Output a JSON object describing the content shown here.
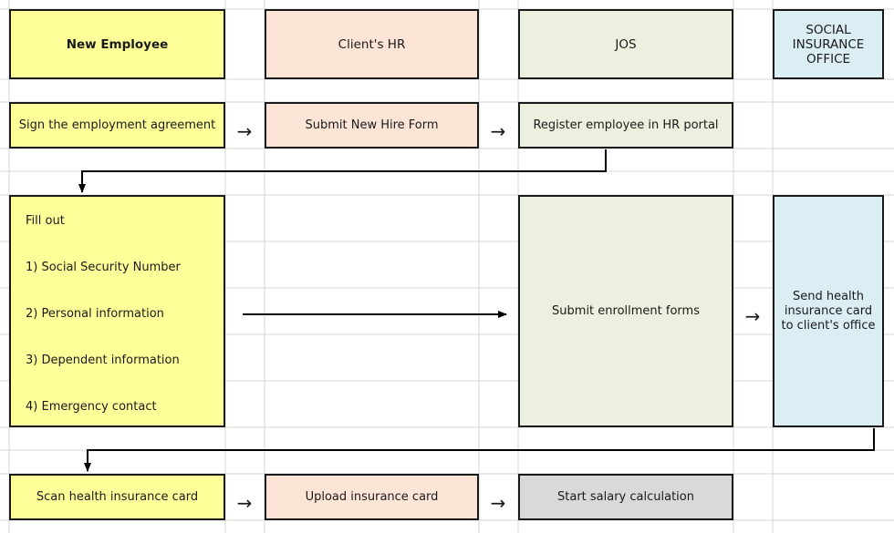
{
  "lanes": {
    "new_employee": "New Employee",
    "clients_hr": "Client's HR",
    "jos": "JOS",
    "social_insurance": "SOCIAL INSURANCE OFFICE"
  },
  "row1": {
    "sign": "Sign the employment agreement",
    "submit_hire": "Submit New Hire Form",
    "register": "Register employee in HR portal"
  },
  "row2": {
    "fill_out": "Fill out",
    "items": [
      "1) Social Security Number",
      "2) Personal information",
      "3) Dependent information",
      "4) Emergency contact"
    ],
    "submit_enrollment": "Submit enrollment forms",
    "send_card": "Send health insurance card to client's office"
  },
  "row3": {
    "scan": "Scan health insurance card",
    "upload": "Upload insurance card",
    "salary": "Start salary calculation"
  },
  "arrow_glyph": "→",
  "colors": {
    "new_employee": "#ffff99",
    "clients_hr": "#fce4d6",
    "jos": "#ebf1de",
    "social_insurance": "#daeef3",
    "salary": "#d9d9d9"
  }
}
